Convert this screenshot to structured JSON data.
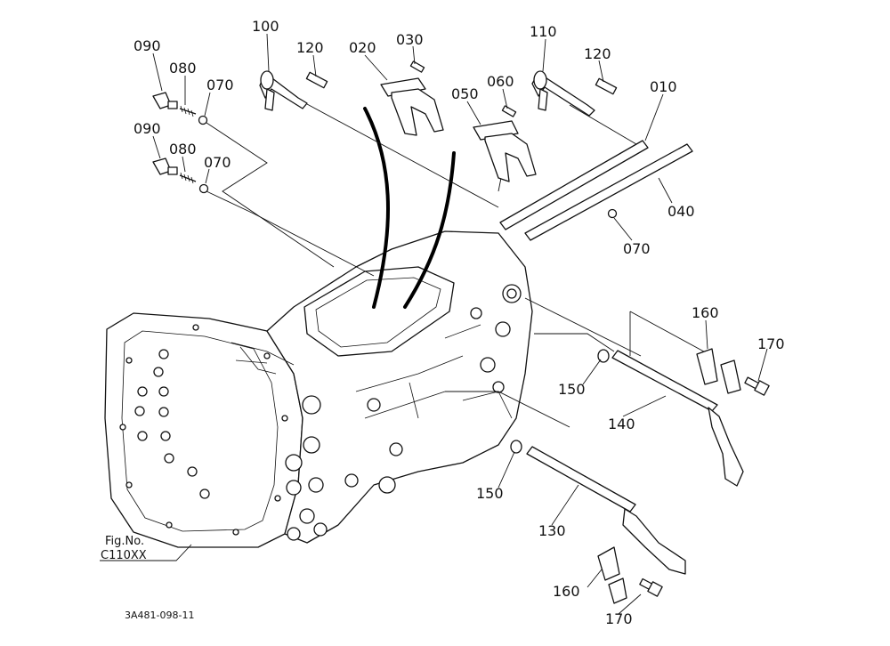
{
  "figure": {
    "fig_no_label": "Fig.No.",
    "fig_no_value": "C110XX",
    "drawing_code": "3A481-098-11"
  },
  "callouts": [
    {
      "id": "c090a",
      "text": "090"
    },
    {
      "id": "c080a",
      "text": "080"
    },
    {
      "id": "c070a",
      "text": "070"
    },
    {
      "id": "c090b",
      "text": "090"
    },
    {
      "id": "c080b",
      "text": "080"
    },
    {
      "id": "c070b",
      "text": "070"
    },
    {
      "id": "c100",
      "text": "100"
    },
    {
      "id": "c120a",
      "text": "120"
    },
    {
      "id": "c020",
      "text": "020"
    },
    {
      "id": "c030",
      "text": "030"
    },
    {
      "id": "c060",
      "text": "060"
    },
    {
      "id": "c050",
      "text": "050"
    },
    {
      "id": "c110",
      "text": "110"
    },
    {
      "id": "c120b",
      "text": "120"
    },
    {
      "id": "c010",
      "text": "010"
    },
    {
      "id": "c040",
      "text": "040"
    },
    {
      "id": "c070c",
      "text": "070"
    },
    {
      "id": "c160a",
      "text": "160"
    },
    {
      "id": "c170a",
      "text": "170"
    },
    {
      "id": "c150a",
      "text": "150"
    },
    {
      "id": "c140",
      "text": "140"
    },
    {
      "id": "c150b",
      "text": "150"
    },
    {
      "id": "c130",
      "text": "130"
    },
    {
      "id": "c160b",
      "text": "160"
    },
    {
      "id": "c170b",
      "text": "170"
    }
  ]
}
